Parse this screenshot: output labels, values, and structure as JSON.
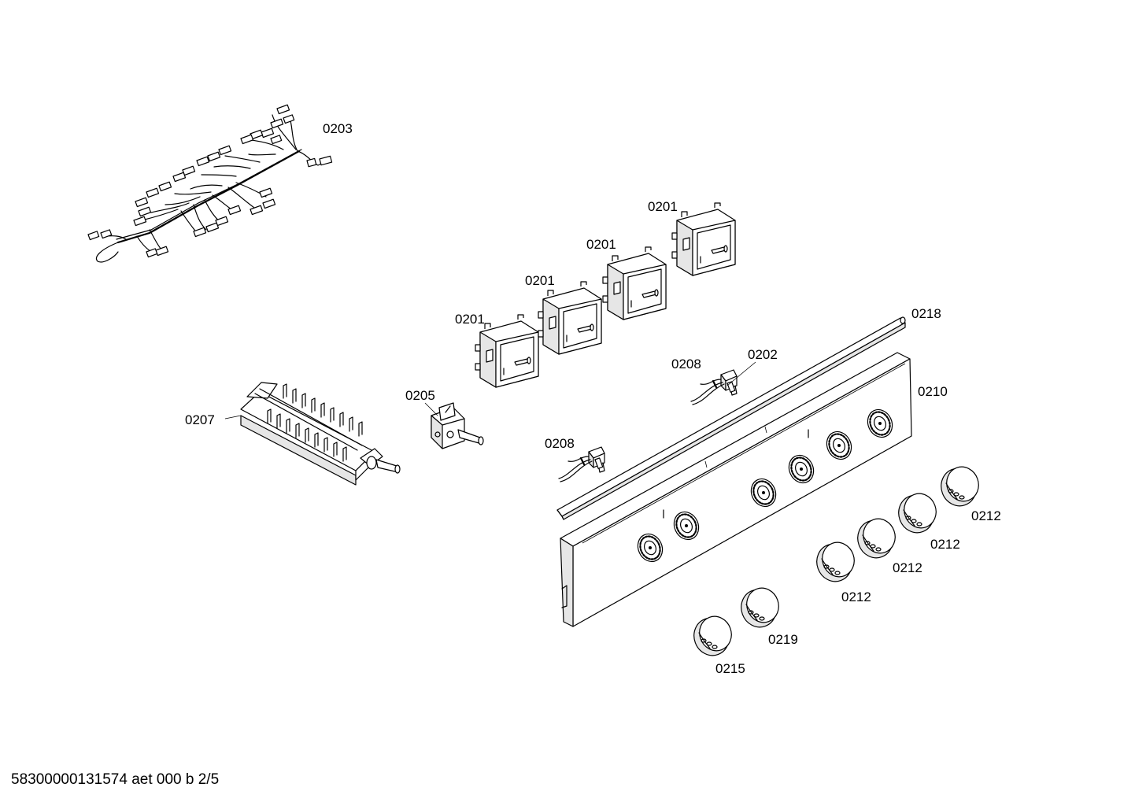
{
  "labels": {
    "wiring_harness": "0203",
    "rotary_switch_1": "0201",
    "rotary_switch_2": "0201",
    "rotary_switch_3": "0201",
    "rotary_switch_4": "0201",
    "cam_switch": "0207",
    "gas_tap": "0205",
    "lamp_upper": "0208",
    "lamp_holder": "0202",
    "lamp_lower": "0208",
    "trim_strip": "0218",
    "control_panel": "0210",
    "knob_1": "0212",
    "knob_2": "0212",
    "knob_3": "0212",
    "knob_4": "0212",
    "knob_5": "0219",
    "knob_6": "0215"
  },
  "footer": "58300000131574 aet 000 b 2/5"
}
